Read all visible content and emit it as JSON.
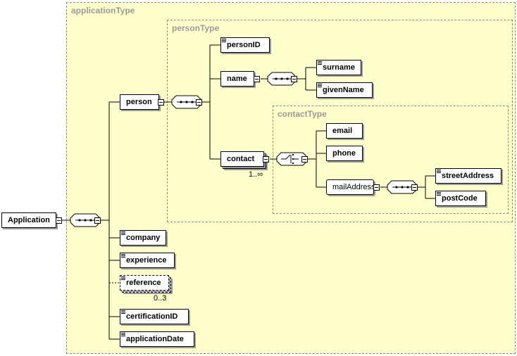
{
  "regions": {
    "application_type": "applicationType",
    "person_type": "personType",
    "contact_type": "contactType"
  },
  "nodes": {
    "application": "Application",
    "person": "person",
    "person_id": "personID",
    "name": "name",
    "surname": "surname",
    "given_name": "givenName",
    "contact": "contact",
    "email": "email",
    "phone": "phone",
    "mail_address": "mailAddress",
    "street_address": "streetAddress",
    "post_code": "postCode",
    "company": "company",
    "experience": "experience",
    "reference": "reference",
    "certification_id": "certificationID",
    "application_date": "applicationDate"
  },
  "occurrences": {
    "contact": "1..∞",
    "reference": "0..3"
  },
  "colors": {
    "type_background": "#ffffcc",
    "region_border": "#8a8a8a",
    "node_border": "#000000",
    "shadow": "#9a9a9a"
  },
  "icons": {
    "sequence": "sequence-compositor-icon",
    "choice": "choice-compositor-icon",
    "documentation": "documentation-icon",
    "collapse": "minus-toggle-icon"
  }
}
